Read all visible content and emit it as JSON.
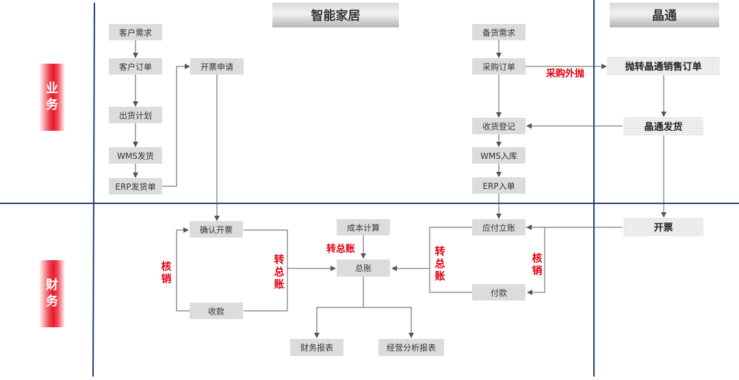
{
  "headers": {
    "smart_home": "智能家居",
    "jingtong": "晶通"
  },
  "lanes": {
    "business": [
      "业",
      "务"
    ],
    "finance": [
      "财",
      "务"
    ]
  },
  "boxes": {
    "customer_demand": "客户需求",
    "customer_order": "客户订单",
    "shipping_plan": "出货计划",
    "wms_shipping": "WMS发货",
    "erp_shipping_order": "ERP发货单",
    "invoice_request": "开票申请",
    "stock_demand": "备货需求",
    "purchase_order": "采购订单",
    "receiving_register": "收货登记",
    "wms_inbound": "WMS入库",
    "erp_inbound": "ERP入单",
    "confirm_invoice": "确认开票",
    "collection": "收款",
    "cost_calc": "成本计算",
    "general_ledger": "总账",
    "payable": "应付立账",
    "payment": "付款",
    "financial_report": "财务报表",
    "business_report": "经营分析报表",
    "jt_sales_order": "抛转晶通销售订单",
    "jt_shipping": "晶通发货",
    "jt_invoice": "开票"
  },
  "annotations": {
    "outsourcing": "采购外抛",
    "transfer_gl": "转总账",
    "verify": "核销"
  },
  "colors": {
    "accent_red": "#e00012",
    "lane_line": "#1f3a6e",
    "box_fill": "#dcdcdc"
  }
}
